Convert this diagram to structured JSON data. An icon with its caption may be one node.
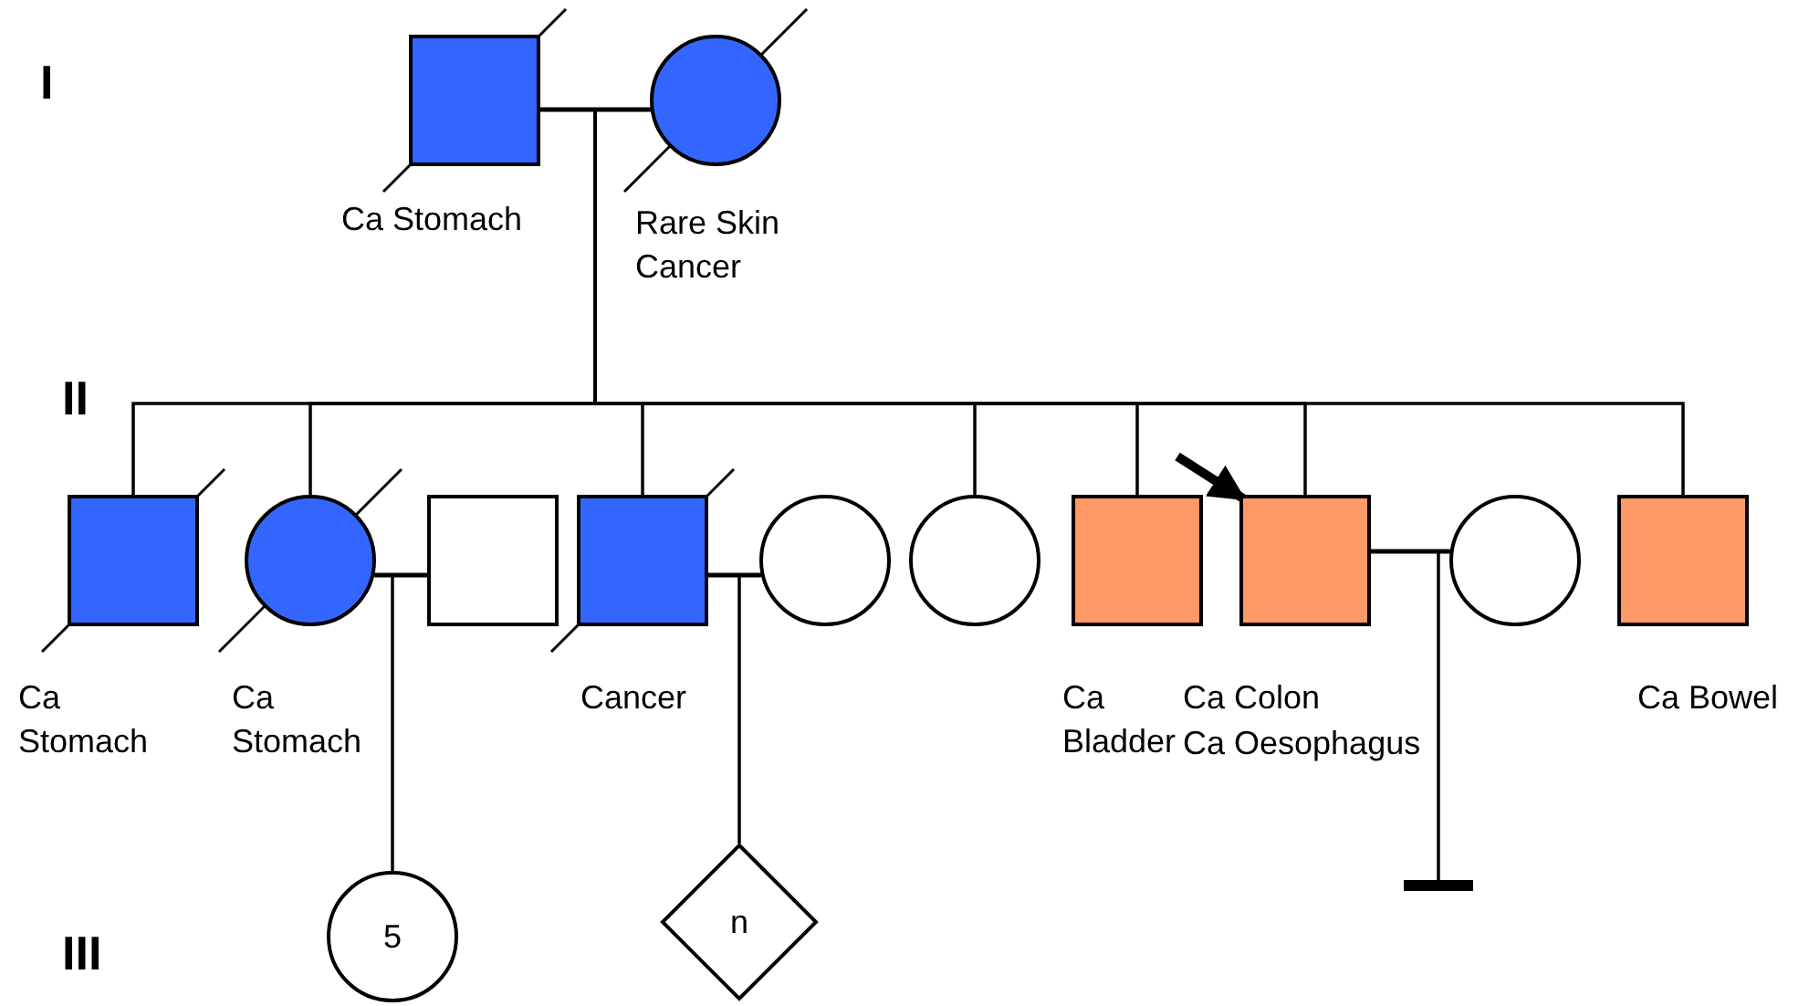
{
  "diagram": {
    "nodes": [
      {
        "text": [],
        "shape": "box",
        "beside": [
          "Ca Stomach"
        ]
      },
      {
        "text": [],
        "shape": "circle",
        "beside": [
          "Rare Skin Cancer"
        ]
      },
      {
        "text": [],
        "shape": "box",
        "beside": [
          "Ca Stomach"
        ]
      },
      {
        "text": [],
        "shape": "circle",
        "beside": [
          "Ca Stomach"
        ]
      },
      {
        "text": [],
        "shape": "box"
      },
      {
        "text": [],
        "shape": "box",
        "beside": [
          "Cancer"
        ]
      },
      {
        "text": [],
        "shape": "circle"
      },
      {
        "text": [],
        "shape": "circle"
      },
      {
        "text": [],
        "shape": "box",
        "beside": [
          "Ca Bladder"
        ]
      },
      {
        "text": [],
        "shape": "box",
        "beside": [
          "Ca Colon",
          "Ca Oesophagus"
        ]
      },
      {
        "text": [],
        "shape": "circle"
      },
      {
        "text": [],
        "shape": "box",
        "beside": [
          "Ca Bowel"
        ]
      },
      {
        "text": [
          "5"
        ]
      },
      {
        "text": [
          "n"
        ]
      },
      {
        "text": [],
        "shape": "bar"
      }
    ],
    "edges": [
      {
        "from": 0,
        "to": 1,
        "arrow": "none"
      },
      {
        "from": 0,
        "to": 2,
        "arrow": "none"
      },
      {
        "from": 1,
        "to": 2,
        "arrow": "none"
      },
      {
        "from": 0,
        "to": 3,
        "arrow": "none"
      },
      {
        "from": 1,
        "to": 3,
        "arrow": "none"
      },
      {
        "from": 0,
        "to": 5,
        "arrow": "none"
      },
      {
        "from": 1,
        "to": 5,
        "arrow": "none"
      },
      {
        "from": 0,
        "to": 7,
        "arrow": "none"
      },
      {
        "from": 1,
        "to": 7,
        "arrow": "none"
      },
      {
        "from": 0,
        "to": 8,
        "arrow": "none"
      },
      {
        "from": 1,
        "to": 8,
        "arrow": "none"
      },
      {
        "from": 0,
        "to": 9,
        "arrow": "none"
      },
      {
        "from": 1,
        "to": 9,
        "arrow": "none"
      },
      {
        "from": 0,
        "to": 11,
        "arrow": "none"
      },
      {
        "from": 1,
        "to": 11,
        "arrow": "none"
      },
      {
        "from": 3,
        "to": 4,
        "arrow": "none"
      },
      {
        "from": 3,
        "to": 12,
        "arrow": "none"
      },
      {
        "from": 4,
        "to": 12,
        "arrow": "none"
      },
      {
        "from": 5,
        "to": 6,
        "arrow": "none"
      },
      {
        "from": 5,
        "to": 13,
        "arrow": "none"
      },
      {
        "from": 6,
        "to": 13,
        "arrow": "none"
      },
      {
        "from": 9,
        "to": 10,
        "arrow": "none"
      },
      {
        "from": 9,
        "to": 14,
        "arrow": "none"
      },
      {
        "from": 10,
        "to": 14,
        "arrow": "none"
      },
      {
        "from": null,
        "to": 9,
        "arrow": "to",
        "style": "thick"
      }
    ],
    "labels": [
      "I",
      "II",
      "III"
    ]
  }
}
